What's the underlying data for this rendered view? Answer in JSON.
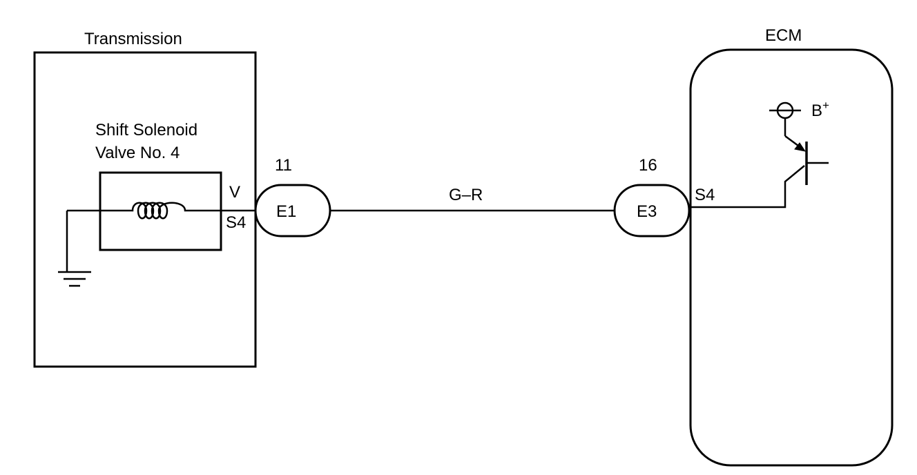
{
  "transmission": {
    "label": "Transmission",
    "solenoid_label_line1": "Shift Solenoid",
    "solenoid_label_line2": "Valve No. 4",
    "pin_wire_color": "V",
    "pin_name": "S4"
  },
  "connector_e1": {
    "pin": "11",
    "name": "E1"
  },
  "wire": {
    "color_code": "G–R"
  },
  "connector_e3": {
    "pin": "16",
    "name": "E3"
  },
  "ecm": {
    "label": "ECM",
    "pin_name": "S4",
    "supply_label": "B",
    "supply_superscript": "+"
  }
}
